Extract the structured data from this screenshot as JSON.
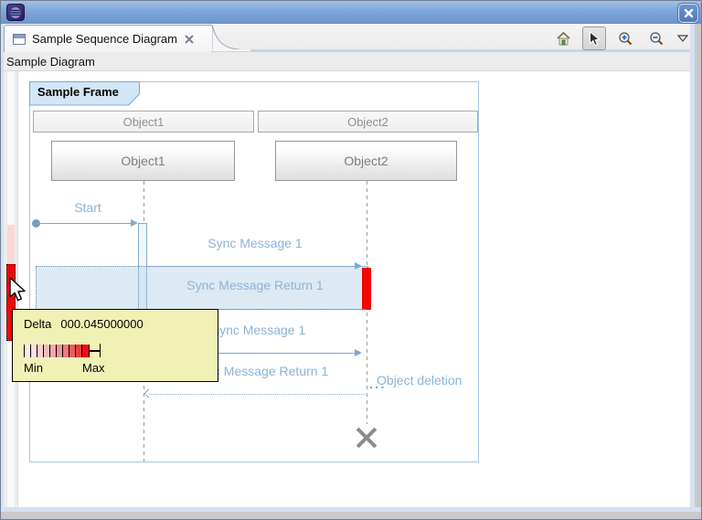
{
  "window": {
    "close_icon": "x"
  },
  "tab": {
    "title": "Sample Sequence Diagram"
  },
  "toolbar": {
    "home": "home",
    "select": "select-cursor",
    "zoom_in": "zoom-in",
    "zoom_out": "zoom-out",
    "menu": "view-menu"
  },
  "breadcrumb": "Sample Diagram",
  "diagram": {
    "frame_title": "Sample Frame",
    "objects": [
      {
        "header": "Object1",
        "box": "Object1"
      },
      {
        "header": "Object2",
        "box": "Object2"
      }
    ],
    "messages": {
      "start": "Start",
      "sync_message_1": "Sync Message 1",
      "sync_message_return_1": "Sync Message Return 1",
      "async_message_1": "Async Message 1",
      "async_message_return_1": "Async Message Return 1",
      "object_deletion": "Object deletion",
      "ellipsis": "..."
    }
  },
  "tooltip": {
    "label": "Delta",
    "value": "000.045000000",
    "min": "Min",
    "max": "Max",
    "scale_colors": [
      "#fdecec",
      "#fbdede",
      "#f9cfcf",
      "#f7bcbc",
      "#f5a8a8",
      "#f29292",
      "#ee7979",
      "#ea5e5e",
      "#e63f3f",
      "#ee0c0c"
    ]
  },
  "colors": {
    "titlebar_blue": "#7aa0d6",
    "message_blue": "#7fa8cd",
    "label_blue": "#8ab3d8",
    "frame_border": "#a5c5e2",
    "frame_header_bg": "#d3e6f5",
    "selection_fill": "#adcbe2",
    "exec_red": "#f20505",
    "compression_pink": "#fbd8d8",
    "tooltip_bg": "#f1f1b6"
  }
}
